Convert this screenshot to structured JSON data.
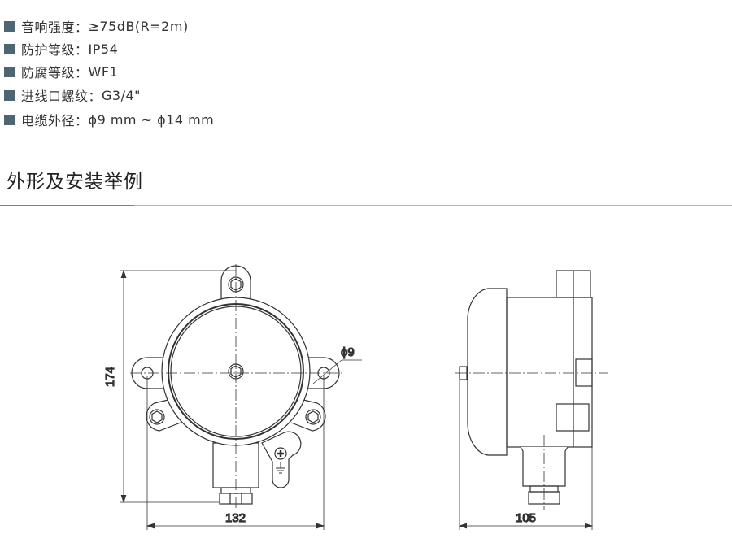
{
  "specs": [
    {
      "label": "音响强度：",
      "value": "≥75dB(R=2m)"
    },
    {
      "label": "防护等级：",
      "value": "IP54"
    },
    {
      "label": "防腐等级：",
      "value": "WF1"
    },
    {
      "label": "进线口螺纹：",
      "value": "G3/4\""
    },
    {
      "label": "电缆外径：",
      "value": "ϕ9 mm ~ ϕ14 mm"
    }
  ],
  "section": {
    "title": "外形及安装举例"
  },
  "drawing": {
    "front": {
      "height_dim": "174",
      "width_dim": "132",
      "hole_dim": "ϕ9"
    },
    "side": {
      "depth_dim": "105"
    }
  },
  "colors": {
    "accent": "#2aa9a3",
    "bullet": "#4d6670",
    "rule": "#b5b5b5"
  }
}
